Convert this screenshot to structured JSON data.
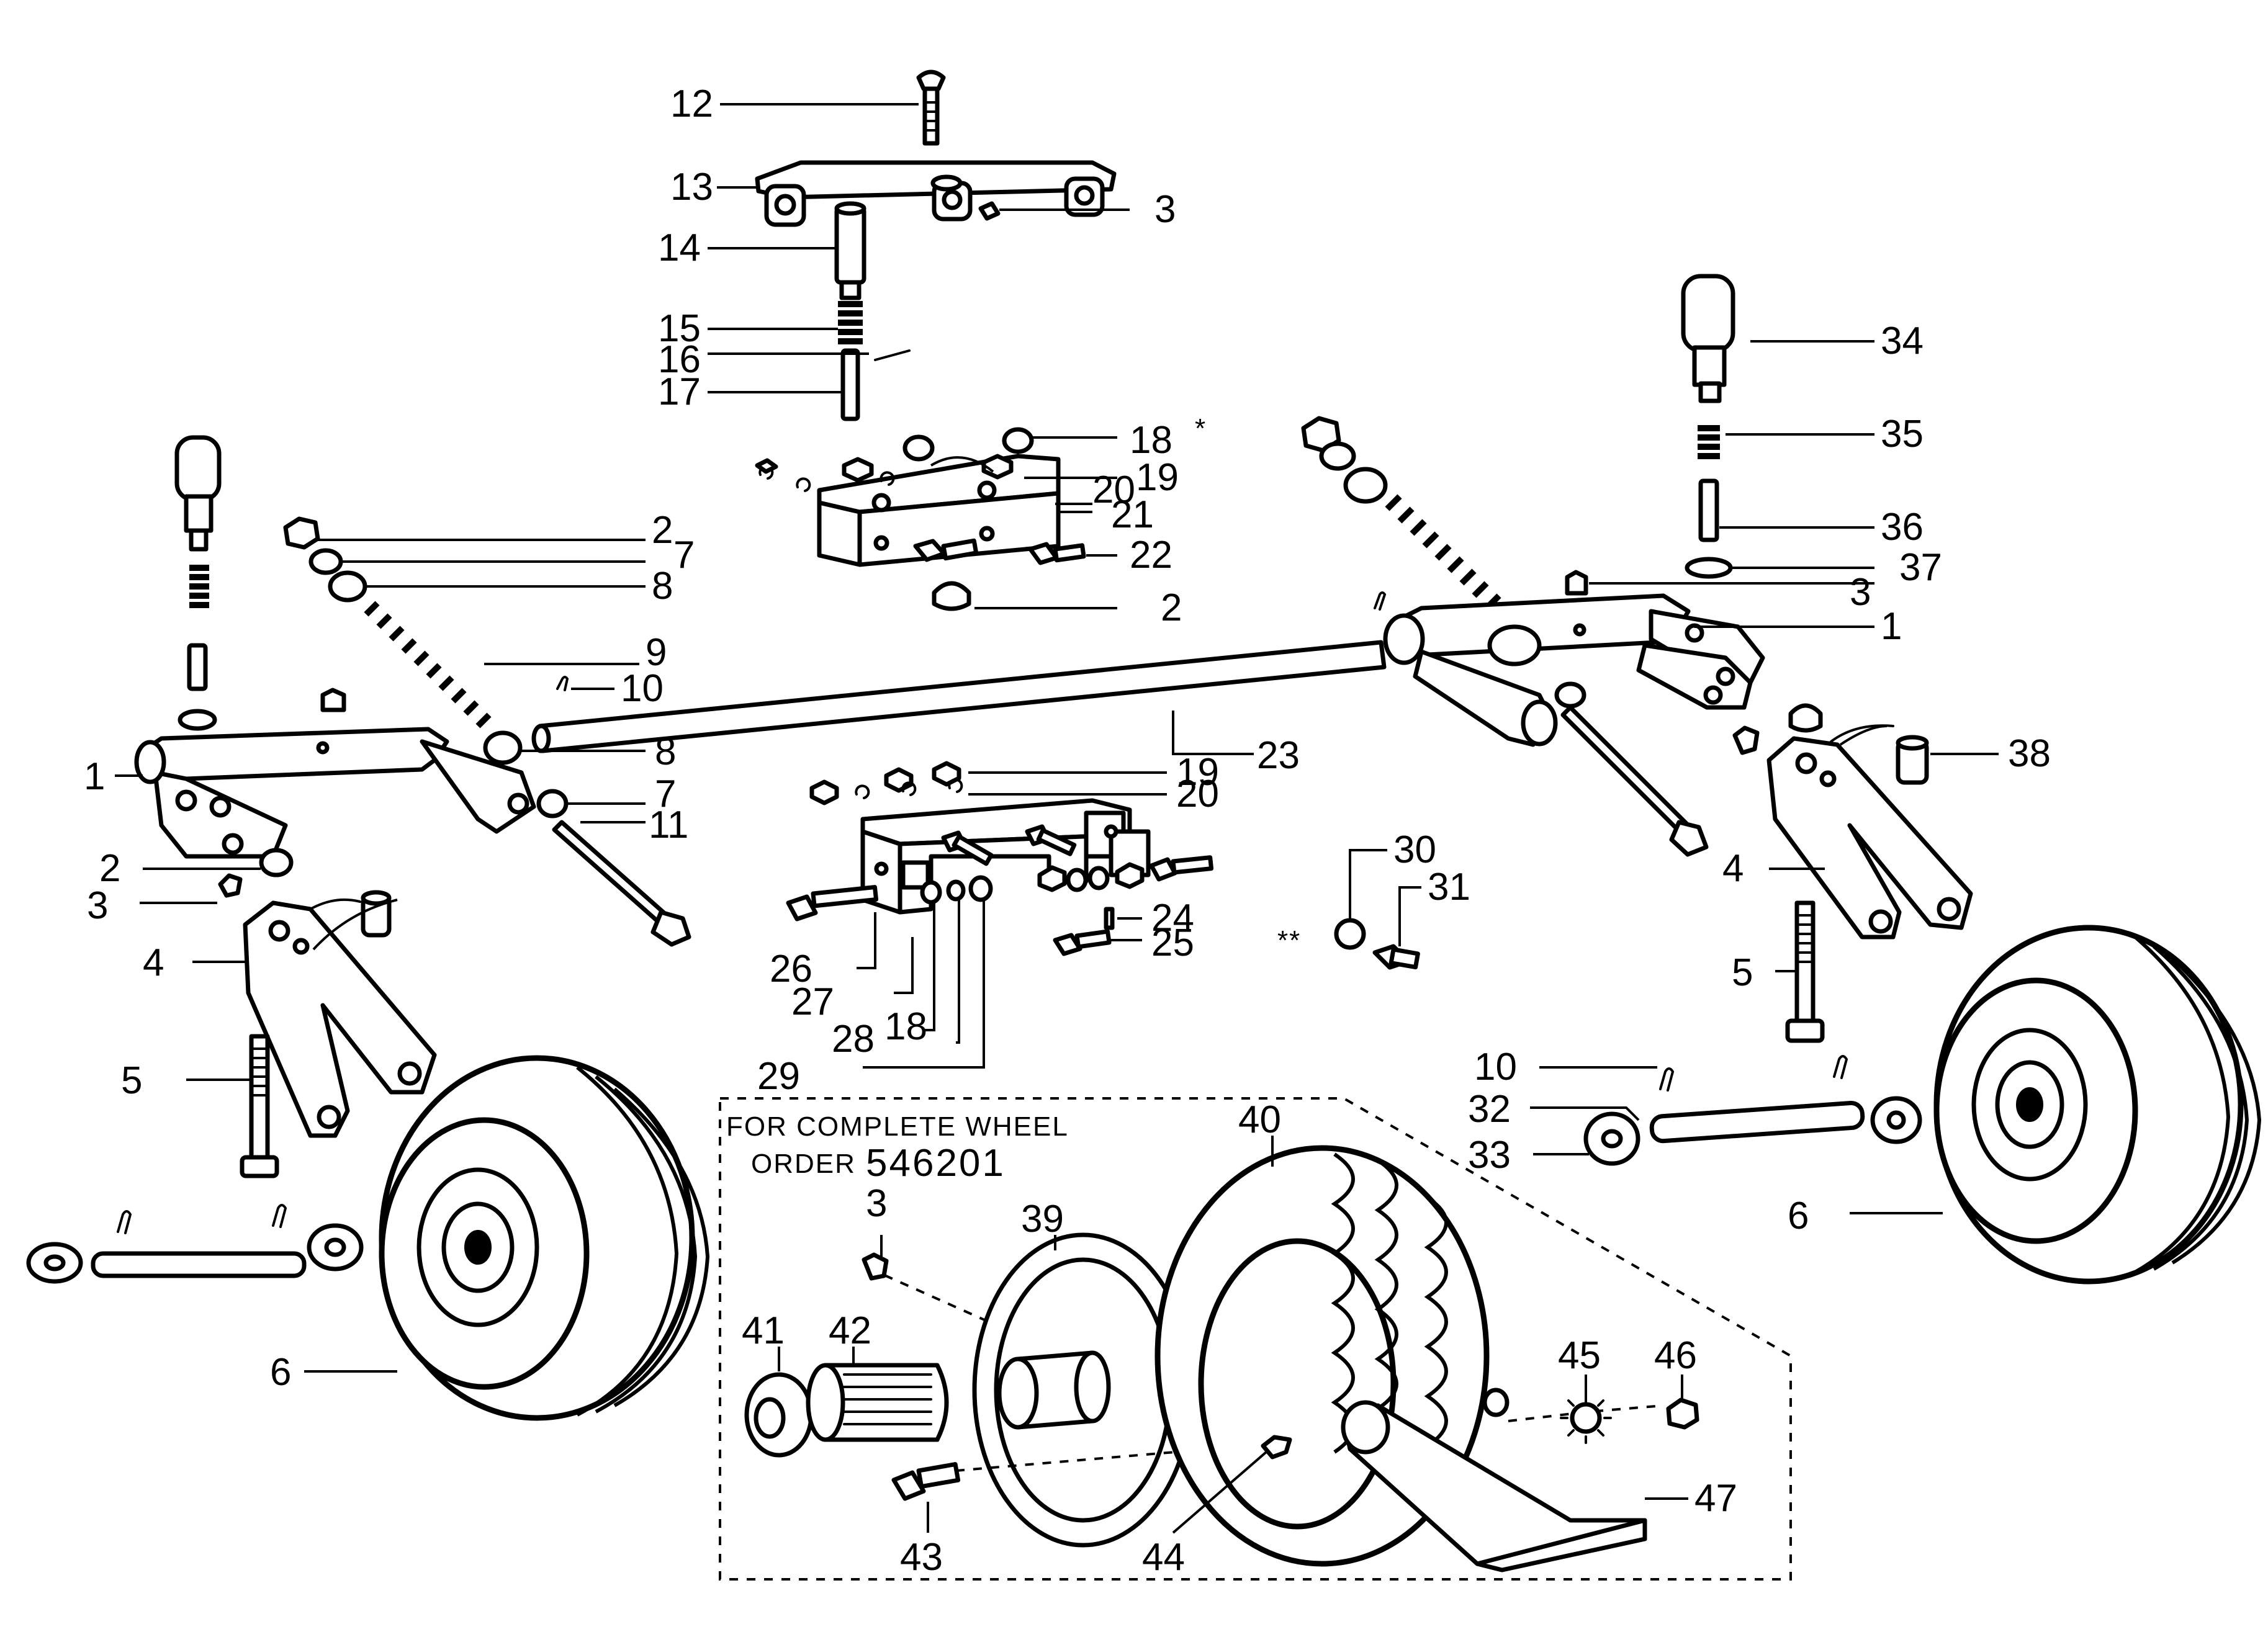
{
  "note": {
    "line1": "FOR COMPLETE WHEEL",
    "line2_prefix": "ORDER",
    "order_number": "546201"
  },
  "labels": [
    {
      "id": "l12",
      "text": "12"
    },
    {
      "id": "l13",
      "text": "13"
    },
    {
      "id": "l3a",
      "text": "3"
    },
    {
      "id": "l14",
      "text": "14"
    },
    {
      "id": "l15",
      "text": "15"
    },
    {
      "id": "l16",
      "text": "16"
    },
    {
      "id": "l17",
      "text": "17"
    },
    {
      "id": "l18a",
      "text": "18"
    },
    {
      "id": "l18star",
      "text": "*"
    },
    {
      "id": "l19a",
      "text": "19"
    },
    {
      "id": "l20a",
      "text": "20"
    },
    {
      "id": "l21",
      "text": "21"
    },
    {
      "id": "l22",
      "text": "22"
    },
    {
      "id": "l2b",
      "text": "2"
    },
    {
      "id": "l2a",
      "text": "2"
    },
    {
      "id": "l7a",
      "text": "7"
    },
    {
      "id": "l8a",
      "text": "8"
    },
    {
      "id": "l9",
      "text": "9"
    },
    {
      "id": "l10a",
      "text": "10"
    },
    {
      "id": "l1a",
      "text": "1"
    },
    {
      "id": "l8b",
      "text": "8"
    },
    {
      "id": "l7b",
      "text": "7"
    },
    {
      "id": "l11",
      "text": "11"
    },
    {
      "id": "l2c",
      "text": "2"
    },
    {
      "id": "l3b",
      "text": "3"
    },
    {
      "id": "l4a",
      "text": "4"
    },
    {
      "id": "l5a",
      "text": "5"
    },
    {
      "id": "l6a",
      "text": "6"
    },
    {
      "id": "l23",
      "text": "23"
    },
    {
      "id": "l19b",
      "text": "19"
    },
    {
      "id": "l20b",
      "text": "20"
    },
    {
      "id": "l24",
      "text": "24"
    },
    {
      "id": "l25",
      "text": "25"
    },
    {
      "id": "l25star",
      "text": "**"
    },
    {
      "id": "l26",
      "text": "26"
    },
    {
      "id": "l27",
      "text": "27"
    },
    {
      "id": "l28",
      "text": "28"
    },
    {
      "id": "l18b",
      "text": "18"
    },
    {
      "id": "l29",
      "text": "29"
    },
    {
      "id": "l30",
      "text": "30"
    },
    {
      "id": "l31",
      "text": "31"
    },
    {
      "id": "l34",
      "text": "34"
    },
    {
      "id": "l35",
      "text": "35"
    },
    {
      "id": "l36",
      "text": "36"
    },
    {
      "id": "l37",
      "text": "37"
    },
    {
      "id": "l3c",
      "text": "3"
    },
    {
      "id": "l1b",
      "text": "1"
    },
    {
      "id": "l38",
      "text": "38"
    },
    {
      "id": "l4b",
      "text": "4"
    },
    {
      "id": "l5b",
      "text": "5"
    },
    {
      "id": "l10b",
      "text": "10"
    },
    {
      "id": "l32",
      "text": "32"
    },
    {
      "id": "l33",
      "text": "33"
    },
    {
      "id": "l6b",
      "text": "6"
    },
    {
      "id": "l40",
      "text": "40"
    },
    {
      "id": "l3d",
      "text": "3"
    },
    {
      "id": "l39",
      "text": "39"
    },
    {
      "id": "l41",
      "text": "41"
    },
    {
      "id": "l42",
      "text": "42"
    },
    {
      "id": "l45",
      "text": "45"
    },
    {
      "id": "l46",
      "text": "46"
    },
    {
      "id": "l47",
      "text": "47"
    },
    {
      "id": "l43",
      "text": "43"
    },
    {
      "id": "l44",
      "text": "44"
    }
  ]
}
